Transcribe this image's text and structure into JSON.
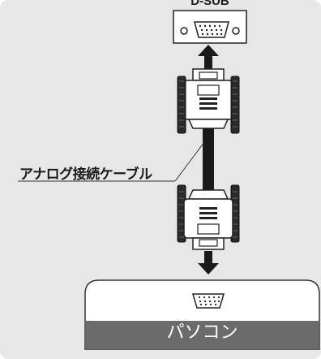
{
  "labels": {
    "port": "D-SUB",
    "cable": "アナログ接続ケーブル",
    "pc": "パソコン"
  },
  "colors": {
    "background": "#e7e7e8",
    "stroke": "#222222",
    "pc_bar": "#6b6b6c"
  }
}
